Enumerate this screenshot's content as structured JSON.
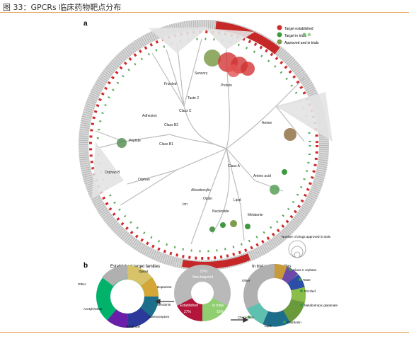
{
  "caption": "图 33：GPCRs 临床药物靶点分布",
  "panel_a": {
    "label": "a",
    "legend": [
      {
        "label": "Target established",
        "color": "#cf2a2a"
      },
      {
        "label": "Target in trials",
        "color": "#3f9a3f"
      },
      {
        "label": "Approved and in trials",
        "color": "#7e9c4c"
      }
    ],
    "size_legend_title": "Number of drugs approved in trials",
    "branch_labels": [
      "Class A",
      "Class B1",
      "Class B2",
      "Class C",
      "Peptide",
      "Adhesion",
      "Orphan",
      "Taste 2",
      "Frizzled",
      "Sensory",
      "Amine",
      "Lipid",
      "Nucleotide",
      "Melatonin",
      "Opsin",
      "Protein",
      "Alicarboxylic",
      "Ion",
      "Amino acid",
      "Orphan B"
    ]
  },
  "panel_b": {
    "label": "b",
    "left_title": "Established target families",
    "right_title": "In trial target families",
    "center_labels": {
      "non_targeted": "Non-targeted",
      "established": "Established",
      "in_trials": "In trials"
    },
    "center_values": {
      "non_targeted": "57%",
      "established": "27%",
      "in_trials": "16%"
    },
    "left_labels": {
      "other": "Other",
      "opioid": "Opioid",
      "dopamine": "Dopamine",
      "serotonin": "Serotonin",
      "adrenoceptors": "Adrenoceptors",
      "histamine": "Histamine",
      "acetylcholine": "Acetylcholine"
    },
    "right_labels": {
      "taste": "Taste",
      "metabotropic": "Metabotropic glutamate",
      "frizzled": "Frizzled",
      "calcitonin": "Calcitonin",
      "lipid": "Lipid",
      "other": "Other",
      "chemokine": "Chemokine",
      "class_c": "Class C orphans"
    }
  },
  "colors": {
    "accent_rule": "#e8a25a",
    "established": "#cf2a2a",
    "trials": "#3f9a3f",
    "non_targeted": "#a9a9a9"
  }
}
